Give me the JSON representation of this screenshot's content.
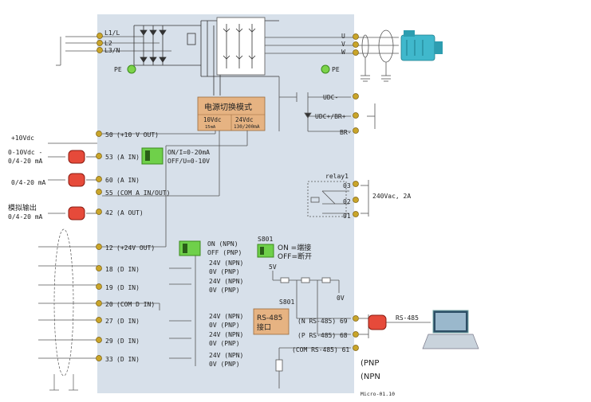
{
  "panel": {
    "bg": "#d7e0ea"
  },
  "mains": {
    "inputs": [
      "L1/L",
      "L2",
      "L3/N"
    ],
    "pe_left": "PE",
    "pe_right": "PE",
    "outputs": [
      "U",
      "V",
      "W"
    ]
  },
  "dc_terminals": {
    "udc_minus": "UDC-",
    "udc_plus": "UDC+/BR+",
    "br_minus": "BR-"
  },
  "power_mode": {
    "title": "电源切换模式",
    "col1_top": "10Vdc",
    "col1_bottom": "15mA",
    "col2_top": "24Vdc",
    "col2_bottom": "130/200mA"
  },
  "analog": {
    "v10_label": "+10Vdc",
    "t50": "50",
    "t50_text": "(+10 V OUT)",
    "in53_label_1": "0-10Vdc -",
    "in53_label_2": "0/4-20 mA",
    "t53": "53",
    "t53_text": "(A IN)",
    "switch_on_text": "ON/I=0-20mA",
    "switch_off_text": "OFF/U=0-10V",
    "in60_label": "0/4-20 mA",
    "t60": "60",
    "t60_text": "(A IN)",
    "t55": "55",
    "t55_text": "(COM A IN/OUT)",
    "out42_label_1": "模拟输出",
    "out42_label_2": "0/4-20 mA",
    "t42": "42",
    "t42_text": "(A OUT)"
  },
  "relay": {
    "title": "relay1",
    "t03": "03",
    "t02": "02",
    "t01": "01",
    "rating": "240Vac, 2A"
  },
  "digital": {
    "t12": "12",
    "t12_text": "(+24V OUT)",
    "sw_on": "ON (NPN)",
    "sw_off": "OFF (PNP)",
    "inputs": [
      {
        "num": "18",
        "text": "(D IN)"
      },
      {
        "num": "19",
        "text": "(D IN)"
      },
      {
        "num": "20",
        "text": "(COM D IN)"
      },
      {
        "num": "27",
        "text": "(D IN)"
      },
      {
        "num": "29",
        "text": "(D IN)"
      },
      {
        "num": "33",
        "text": "(D IN)"
      }
    ],
    "npn": "24V (NPN)",
    "pnp": "0V (PNP)"
  },
  "s801": {
    "label": "S801",
    "on_text": "ON =端接",
    "off_text": "OFF=断开",
    "v5": "5V",
    "v0": "0V",
    "label2": "S801"
  },
  "rs485": {
    "box_1": "RS-485",
    "box_2": "接口",
    "t69": "(N RS-485) 69",
    "t68": "(P RS-485) 68",
    "t61": "(COM RS-485) 61",
    "side": "RS-485"
  },
  "legend": {
    "pnp": "(PNP",
    "npn": "(NPN"
  },
  "footer": "Micro-01.10"
}
